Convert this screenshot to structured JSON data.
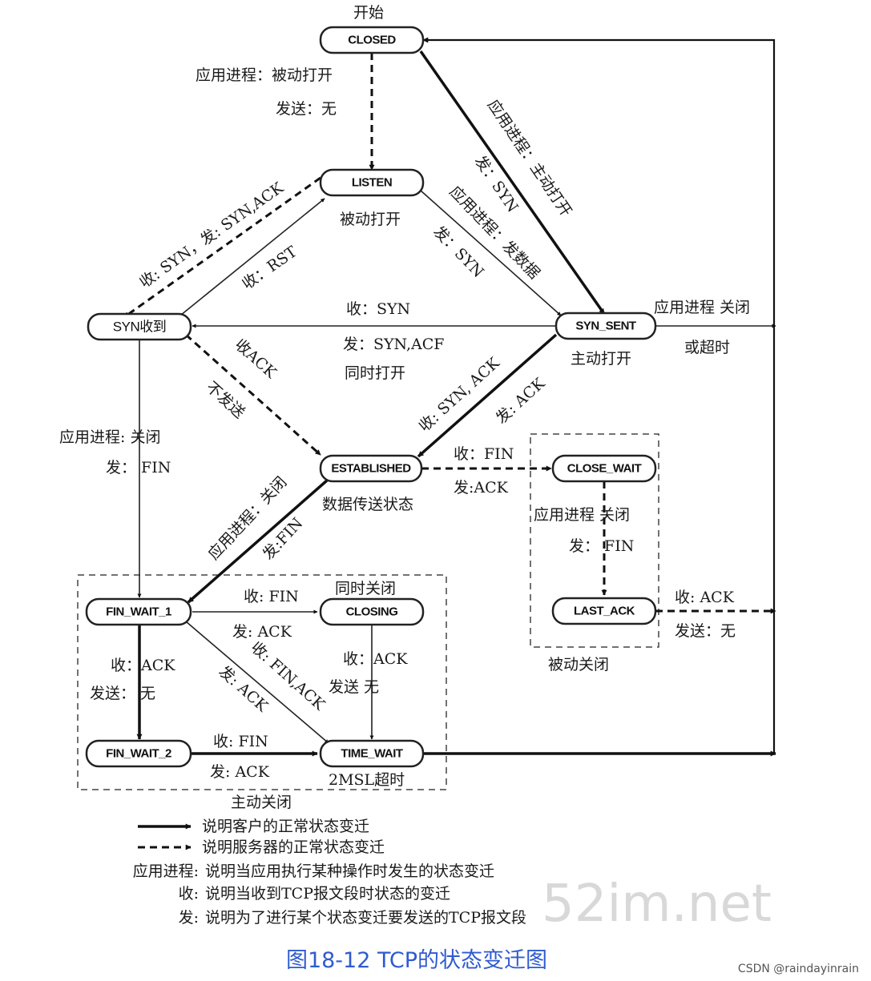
{
  "start_label": "开始",
  "states": {
    "closed": "CLOSED",
    "listen": "LISTEN",
    "syn_rcvd": "SYN收到",
    "syn_sent": "SYN_SENT",
    "established": "ESTABLISHED",
    "close_wait": "CLOSE_WAIT",
    "last_ack": "LAST_ACK",
    "fin_wait_1": "FIN_WAIT_1",
    "fin_wait_2": "FIN_WAIT_2",
    "closing": "CLOSING",
    "time_wait": "TIME_WAIT"
  },
  "labels": {
    "passive_open_app": "应用进程：被动打开",
    "passive_open_send": "发送：无",
    "listen_caption": "被动打开",
    "active_open_app": "应用进程：主动打开",
    "active_open_send": "发：SYN",
    "listen_send_data_app": "应用进程：发数据",
    "listen_send_data_send": "发：SYN",
    "recv_syn_send_synack": "收: SYN，发: SYN,ACK",
    "recv_rst": "收：RST",
    "simul_recv_syn": "收：SYN",
    "simul_send": "发：SYN,ACF",
    "simul_open": "同时打开",
    "syn_sent_caption": "主动打开",
    "syn_sent_close_app": "应用进程 关闭",
    "syn_sent_timeout": "或超时",
    "recv_ack": "收ACK",
    "no_send": "不发送",
    "recv_synack": "收: SYN, ACK",
    "send_ack": "发: ACK",
    "synrcvd_close_app": "应用进程: 关闭",
    "synrcvd_send_fin": "发：  FIN",
    "est_recv_fin": "收：FIN",
    "est_send_ack": "发:ACK",
    "est_caption": "数据传送状态",
    "est_close_app": "应用进程：关闭",
    "est_send_fin": "发:FIN",
    "cw_close_app": "应用进程  关闭",
    "cw_send_fin": "发：  FIN",
    "la_recv_ack": "收: ACK",
    "la_send_none": "发送：无",
    "passive_close": "被动关闭",
    "fw1_recv_fin": "收: FIN",
    "fw1_send_ack": "发: ACK",
    "simul_close": "同时关闭",
    "fw1_recv_finack": "收: FIN,ACK",
    "fw1_send_ack2": "发: ACK",
    "fw1_recv_ack": "收：ACK",
    "fw1_send_none": "发送：  无",
    "closing_recv_ack": "收：ACK",
    "closing_send_none": "发送  无",
    "fw2_recv_fin": "收: FIN",
    "fw2_send_ack": "发: ACK",
    "time_wait_caption": "2MSL超时",
    "active_close": "主动关闭"
  },
  "legend": {
    "solid": "说明客户的正常状态变迁",
    "dashed": "说明服务器的正常状态变迁",
    "app_key": "应用进程:",
    "app_desc": "说明当应用执行某种操作时发生的状态变迁",
    "recv_key": "收:",
    "recv_desc": "说明当收到TCP报文段时状态的变迁",
    "send_key": "发:",
    "send_desc": "说明为了进行某个状态变迁要发送的TCP报文段"
  },
  "caption": "图18-12 TCP的状态变迁图",
  "watermark": "52im.net",
  "credit": "CSDN @raindayinrain"
}
